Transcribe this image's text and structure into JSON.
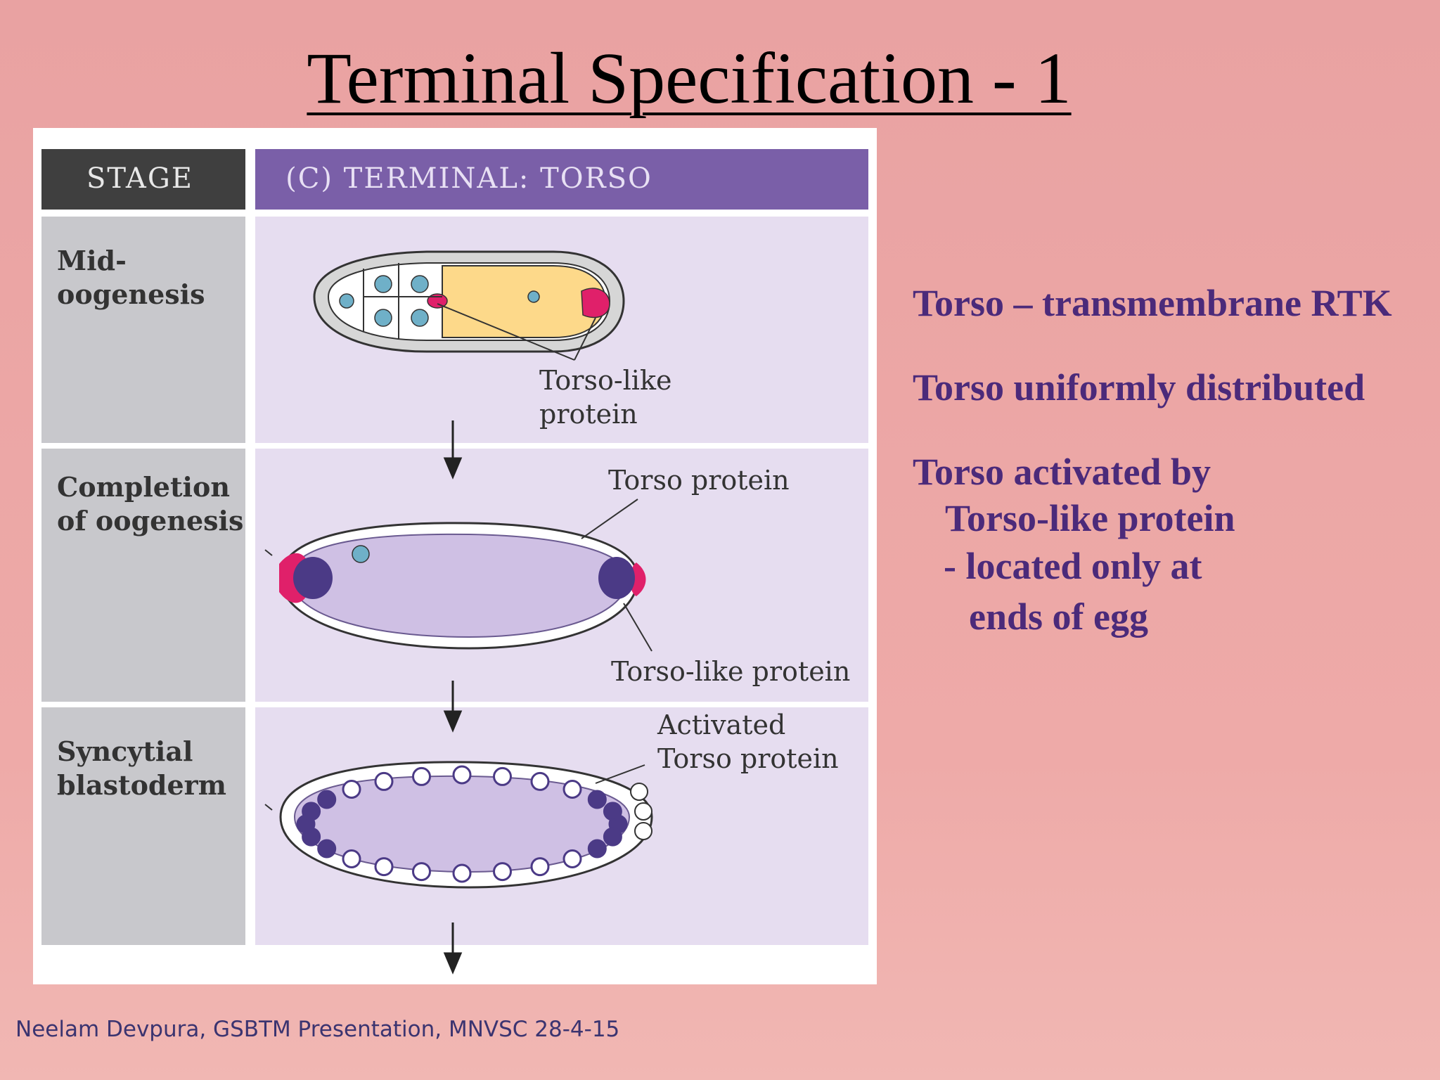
{
  "title": "Terminal Specification - 1",
  "figure": {
    "header_stage": "STAGE",
    "header_panel": "(C)  TERMINAL: TORSO",
    "stages": [
      {
        "line1": "Mid-",
        "line2": "oogenesis"
      },
      {
        "line1": "Completion",
        "line2": "of oogenesis"
      },
      {
        "line1": "Syncytial",
        "line2": "blastoderm"
      }
    ],
    "labels": {
      "torso_like_1a": "Torso-like",
      "torso_like_1b": "protein",
      "torso_protein": "Torso protein",
      "torso_like_2": "Torso-like protein",
      "activated_a": "Activated",
      "activated_b": "Torso protein"
    },
    "colors": {
      "header_stage_bg": "#3f3f3f",
      "header_panel_bg": "#7a5fa8",
      "stage_col_bg": "#c8c8cc",
      "panel_bg": "#e6ddf0",
      "egg_fill": "#cfc0e4",
      "torso_like": "#e0206a",
      "oocyte": "#fdd98a"
    }
  },
  "bullets": [
    "Torso – transmembrane RTK",
    "Torso uniformly distributed",
    "Torso activated by",
    "Torso-like protein",
    "- located only at",
    "ends of egg"
  ],
  "footer": "Neelam Devpura, GSBTM Presentation, MNVSC 28-4-15"
}
